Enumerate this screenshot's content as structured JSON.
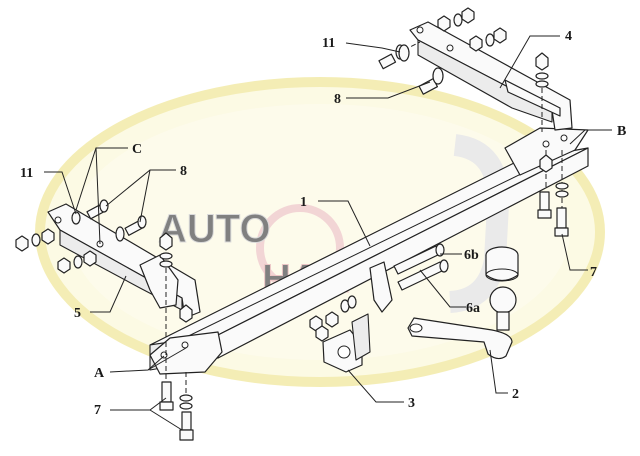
{
  "callouts": {
    "c1": "1",
    "c2": "2",
    "c3": "3",
    "c4": "4",
    "c5": "5",
    "c6a": "6a",
    "c6b": "6b",
    "c7_left": "7",
    "c7_right": "7",
    "c8_top": "8",
    "c8_left": "8",
    "c11_top": "11",
    "c11_left": "11",
    "cA": "A",
    "cB": "B",
    "cC": "C"
  },
  "watermark": {
    "text_top": "AUTO",
    "text_bottom": "HAK"
  },
  "colors": {
    "watermark_yellow": "#f6ee9a",
    "watermark_red": "#e9a3a3",
    "ink": "#222222"
  },
  "icons": [
    "bolt-icon",
    "nut-icon",
    "washer-icon",
    "tow-ball-icon",
    "socket-plate-icon",
    "ball-cover-icon"
  ]
}
